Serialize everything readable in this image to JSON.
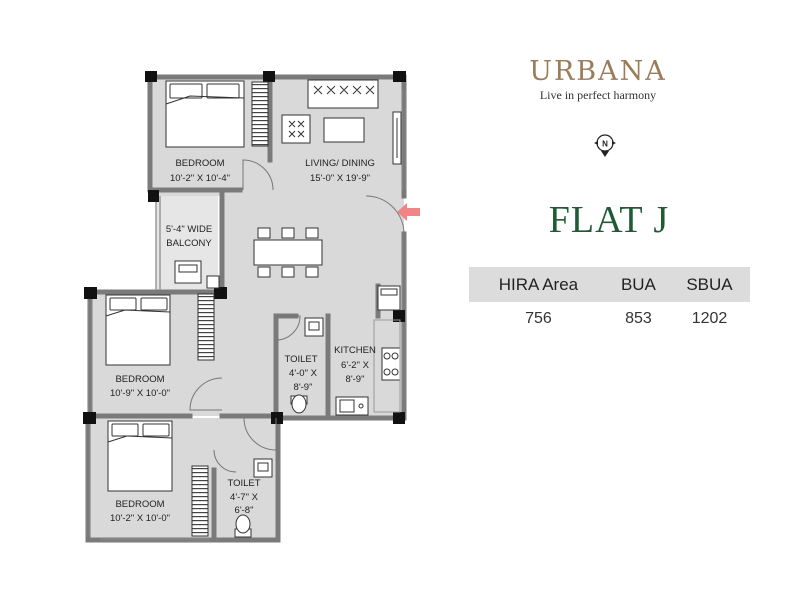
{
  "brand": {
    "name": "URBANA",
    "tagline": "Live in perfect harmony",
    "brand_color": "#9a7b5a"
  },
  "compass": {
    "label": "N"
  },
  "flat": {
    "title": "FLAT J",
    "title_color": "#1f5b34"
  },
  "area_table": {
    "headers": [
      "HIRA Area",
      "BUA",
      "SBUA"
    ],
    "values": [
      "756",
      "853",
      "1202"
    ]
  },
  "rooms": {
    "bedroom1": {
      "name": "BEDROOM",
      "size": "10'-2\" X 10'-4\""
    },
    "living": {
      "name": "LIVING/ DINING",
      "size": "15'-0\" X 19'-9\""
    },
    "balcony": {
      "name": "5'-4\" WIDE",
      "name2": "BALCONY"
    },
    "bedroom2": {
      "name": "BEDROOM",
      "size": "10'-9\" X 10'-0\""
    },
    "toilet1": {
      "name": "TOILET",
      "size1": "4'-0\" X",
      "size2": "8'-9\""
    },
    "kitchen": {
      "name": "KITCHEN",
      "size1": "6'-2\" X",
      "size2": "8'-9\""
    },
    "bedroom3": {
      "name": "BEDROOM",
      "size": "10'-2\" X 10'-0\""
    },
    "toilet2": {
      "name": "TOILET",
      "size1": "4'-7\" X",
      "size2": "6'-8\""
    }
  },
  "plan_colors": {
    "floor": "#d9d9d9",
    "wall": "#7a7a7a",
    "column": "#111111",
    "entry_arrow": "#f08585"
  }
}
